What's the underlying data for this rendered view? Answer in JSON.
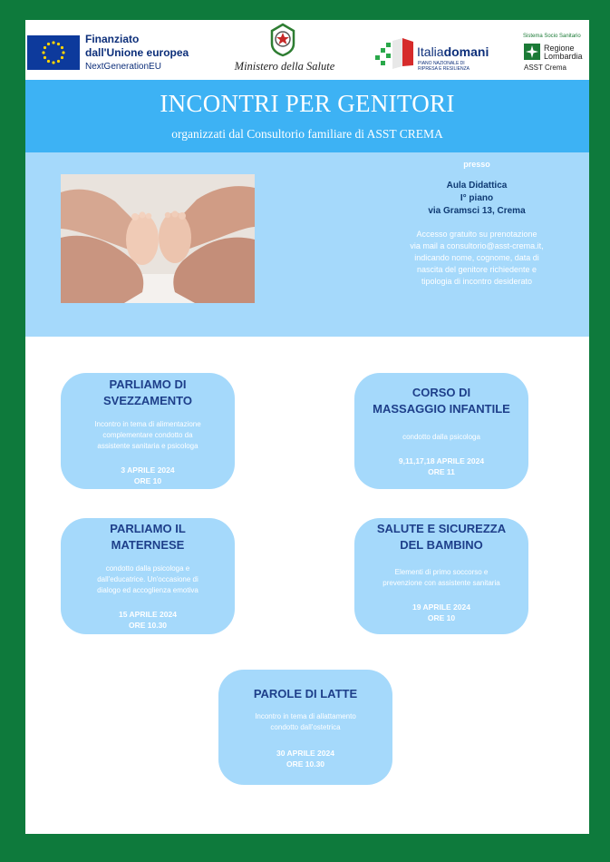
{
  "logos": {
    "eu_line1": "Finanziato",
    "eu_line2": "dall'Unione europea",
    "eu_line3": "NextGenerationEU",
    "ministry": "Ministero della Salute",
    "italia_name_regular": "Italia",
    "italia_name_bold": "domani",
    "italia_sub": "PIANO NAZIONALE DI RIPRESA E RESILIENZA",
    "rl_top": "Sistema Socio Sanitario",
    "rl_name_1": "Regione",
    "rl_name_2": "Lombardia",
    "rl_asst": "ASST Crema"
  },
  "header": {
    "title": "INCONTRI PER GENITORI",
    "subtitle": "organizzati dal Consultorio familiare di ASST CREMA"
  },
  "info": {
    "presso": "presso",
    "address_1": "Aula Didattica",
    "address_2": "I° piano",
    "address_3": "via Gramsci 13, Crema",
    "access_1": "Accesso gratuito su prenotazione",
    "access_2": "via mail a consultorio@asst-crema.it,",
    "access_3": "indicando nome, cognome, data di",
    "access_4": "nascita del genitore richiedente e",
    "access_5": "tipologia di incontro desiderato"
  },
  "events": [
    {
      "title_1": "PARLIAMO DI",
      "title_2": "SVEZZAMENTO",
      "desc_1": "Incontro in tema di alimentazione",
      "desc_2": "complementare condotto da",
      "desc_3": "assistente sanitaria e psicologa",
      "date": "3 APRILE 2024",
      "time": "ORE 10"
    },
    {
      "title_1": "CORSO DI",
      "title_2": "MASSAGGIO INFANTILE",
      "desc_1": "condotto dalla psicologa",
      "date": "9,11,17,18 APRILE 2024",
      "time": "ORE 11"
    },
    {
      "title_1": "PARLIAMO IL",
      "title_2": "MATERNESE",
      "desc_1": "condotto dalla psicologa e",
      "desc_2": "dall'educatrice. Un'occasione di",
      "desc_3": "dialogo ed accoglienza emotiva",
      "date": "15 APRILE 2024",
      "time": "ORE 10.30"
    },
    {
      "title_1": "SALUTE E SICUREZZA",
      "title_2": "DEL BAMBINO",
      "desc_1": "Elementi di primo soccorso e",
      "desc_2": "prevenzione con assistente sanitaria",
      "date": "19 APRILE 2024",
      "time": "ORE 10"
    },
    {
      "title_1": "PAROLE DI LATTE",
      "desc_1": "Incontro in tema di allattamento",
      "desc_2": "condotto dall'ostetrica",
      "date": "30 APRILE 2024",
      "time": "ORE 10.30"
    }
  ],
  "colors": {
    "frame_green": "#0e7a3c",
    "title_band": "#3db2f4",
    "light_band": "#a5d9fb",
    "card_title": "#1e3f8a"
  }
}
